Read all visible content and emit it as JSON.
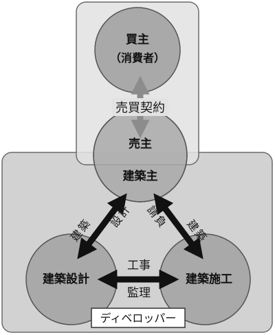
{
  "nodes": {
    "buyer": {
      "title": "買主",
      "sub": "（消費者）"
    },
    "seller": {
      "title": "売主"
    },
    "owner": {
      "title": "建築主"
    },
    "design": {
      "title": "建築設計"
    },
    "construction": {
      "title": "建築施工"
    }
  },
  "relations": {
    "sales_contract": "売買契約",
    "owner_design": [
      "建",
      "築",
      "設",
      "計"
    ],
    "owner_construction": [
      "建",
      "築",
      "請",
      "負"
    ],
    "works": "工事",
    "supervision": "監理"
  },
  "group_labels": {
    "developer": "ディベロッパー"
  },
  "colors": {
    "circle_fill": "#a9a9a9",
    "panel_fill": "#d2d2d2",
    "top_panel_fill": "#e2e2e2",
    "arrow_black": "#111111",
    "arrow_gray": "#8c8c8c"
  }
}
